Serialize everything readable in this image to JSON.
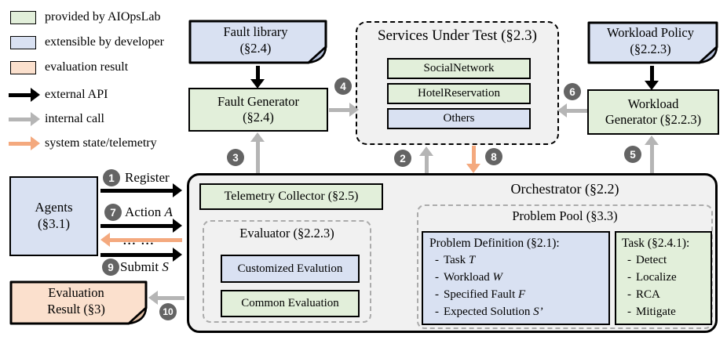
{
  "legend": {
    "swatches": [
      {
        "label": "provided by AIOpsLab",
        "color": "#e2efda"
      },
      {
        "label": "extensible by developer",
        "color": "#d9e1f2"
      },
      {
        "label": "evaluation result",
        "color": "#fbe0cd"
      }
    ],
    "arrows": [
      {
        "label": "external API",
        "color": "#000000"
      },
      {
        "label": "internal call",
        "color": "#b5b5b5"
      },
      {
        "label": "system state/telemetry",
        "color": "#f4a97e"
      }
    ]
  },
  "fault_library": {
    "line1": "Fault library",
    "line2": "(§2.4)"
  },
  "fault_generator": {
    "line1": "Fault Generator",
    "line2": "(§2.4)"
  },
  "workload_policy": {
    "line1": "Workload Policy",
    "line2": "(§2.2.3)"
  },
  "workload_generator": {
    "line1": "Workload",
    "line2": "Generator (§2.2.3)"
  },
  "services": {
    "title": "Services Under Test (§2.3)",
    "items": [
      "SocialNetwork",
      "HotelReservation",
      "Others"
    ]
  },
  "agents": {
    "line1": "Agents",
    "line2": "(§3.1)"
  },
  "evaluation_result": {
    "line1": "Evaluation",
    "line2": "Result (§3)"
  },
  "orchestrator": {
    "title": "Orchestrator (§2.2)"
  },
  "telemetry_collector": {
    "label": "Telemetry Collector (§2.5)"
  },
  "evaluator": {
    "title": "Evaluator (§2.2.3)",
    "customized": "Customized Evalution",
    "common": "Common Evaluation"
  },
  "problem_pool": {
    "title": "Problem Pool (§3.3)",
    "bullet": "-",
    "problem_definition": {
      "title": "Problem Definition (§2.1):",
      "items": [
        {
          "text": "Task",
          "var": "T"
        },
        {
          "text": "Workload",
          "var": "W"
        },
        {
          "text": "Specified Fault",
          "var": "F"
        },
        {
          "text": "Expected Solution",
          "var": "S’"
        }
      ]
    },
    "task": {
      "title": "Task (§2.4.1):",
      "items": [
        "Detect",
        "Localize",
        "RCA",
        "Mitigate"
      ]
    }
  },
  "flow": {
    "register": {
      "label": "Register"
    },
    "action": {
      "label": "Action",
      "var": "A"
    },
    "dots": "... ...",
    "submit": {
      "label": "Submit",
      "var": "S"
    }
  },
  "badges": {
    "b1": "1",
    "b2": "2",
    "b3": "3",
    "b4": "4",
    "b5": "5",
    "b6": "6",
    "b7": "7",
    "b8": "8",
    "b9": "9",
    "b10": "10"
  }
}
